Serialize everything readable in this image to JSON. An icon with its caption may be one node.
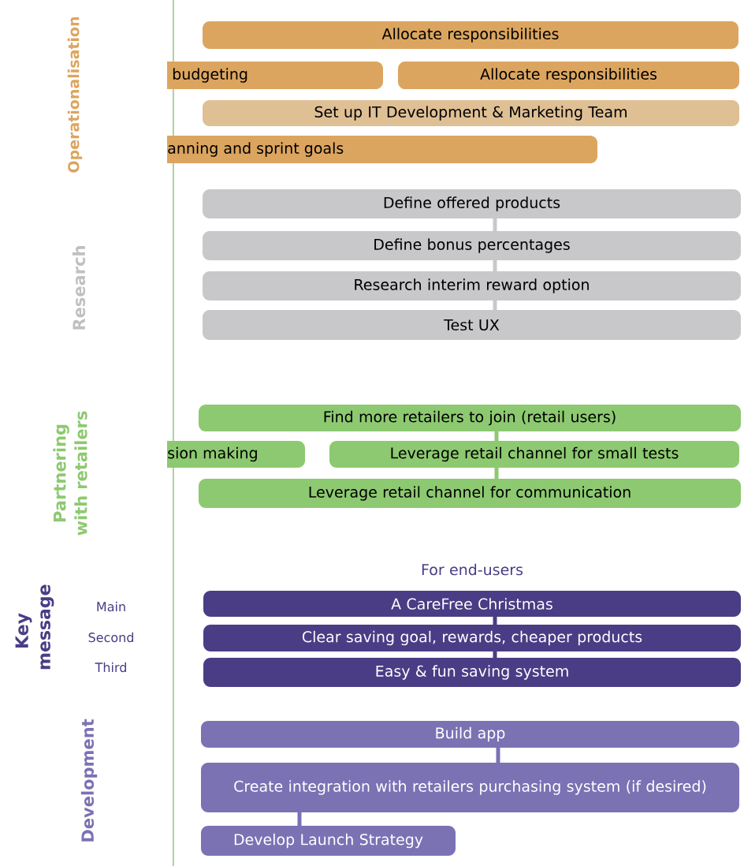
{
  "diagram": {
    "nodes": [
      {
        "text": [
          "Allocate responsibilities"
        ]
      },
      {
        "text": [
          "budgeting"
        ]
      },
      {
        "text": [
          "Allocate responsibilities"
        ]
      },
      {
        "text": [
          "Set up IT Development & Marketing Team"
        ]
      },
      {
        "text": [
          "anning and sprint goals"
        ]
      },
      {
        "text": [
          "Define offered products"
        ]
      },
      {
        "text": [
          "Define bonus percentages"
        ]
      },
      {
        "text": [
          "Research interim reward option"
        ]
      },
      {
        "text": [
          "Test UX"
        ]
      },
      {
        "text": [
          "Find more retailers to join (retail users)"
        ]
      },
      {
        "text": [
          "sion making"
        ]
      },
      {
        "text": [
          "Leverage retail channel for small tests"
        ]
      },
      {
        "text": [
          "Leverage retail channel for communication"
        ]
      },
      {
        "text": [
          "A CareFree Christmas"
        ]
      },
      {
        "text": [
          "Clear saving goal, rewards, cheaper products"
        ]
      },
      {
        "text": [
          "Easy & fun saving system"
        ]
      },
      {
        "text": [
          "Build app"
        ]
      },
      {
        "text": [
          "Create integration with retailers purchasing system (if desired)"
        ]
      },
      {
        "text": [
          "Develop Launch Strategy"
        ]
      }
    ],
    "edges": [
      {
        "from": 5,
        "to": 6,
        "arrow": "none",
        "color": "#c8c8ca"
      },
      {
        "from": 6,
        "to": 7,
        "arrow": "none",
        "color": "#c8c8ca"
      },
      {
        "from": 7,
        "to": 8,
        "arrow": "none",
        "color": "#c8c8ca"
      },
      {
        "from": 9,
        "to": 11,
        "arrow": "none",
        "color": "#8dc970"
      },
      {
        "from": 11,
        "to": 12,
        "arrow": "none",
        "color": "#8dc970"
      },
      {
        "from": 13,
        "to": 14,
        "arrow": "none",
        "color": "#4a3d85"
      },
      {
        "from": 14,
        "to": 15,
        "arrow": "none",
        "color": "#4a3d85"
      },
      {
        "from": 16,
        "to": 17,
        "arrow": "none",
        "color": "#7b72b4"
      },
      {
        "from": 17,
        "to": 18,
        "arrow": "none",
        "color": "#7b72b4"
      }
    ],
    "labels": [
      "Operationalisation",
      "Research",
      "Partnering with retailers",
      "For end-users",
      "Key message",
      "Main",
      "Second",
      "Third",
      "Development"
    ]
  }
}
